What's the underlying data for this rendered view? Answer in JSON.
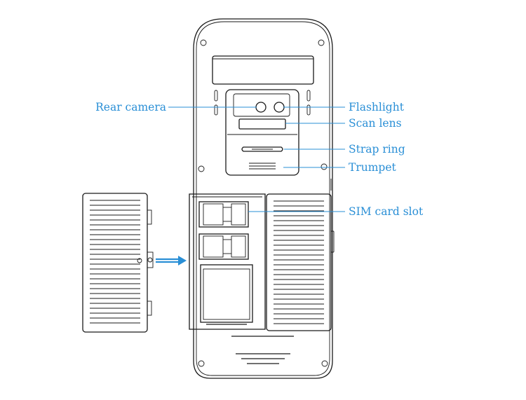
{
  "labels": {
    "rear_camera": "Rear camera",
    "flashlight": "Flashlight",
    "scan_lens": "Scan lens",
    "strap_ring": "Strap ring",
    "trumpet": "Trumpet",
    "sim_card_slot": "SIM card slot"
  },
  "colors": {
    "label": "#2a8fd6",
    "line_art": "#1a1a1a",
    "arrow": "#2a8fd6"
  }
}
